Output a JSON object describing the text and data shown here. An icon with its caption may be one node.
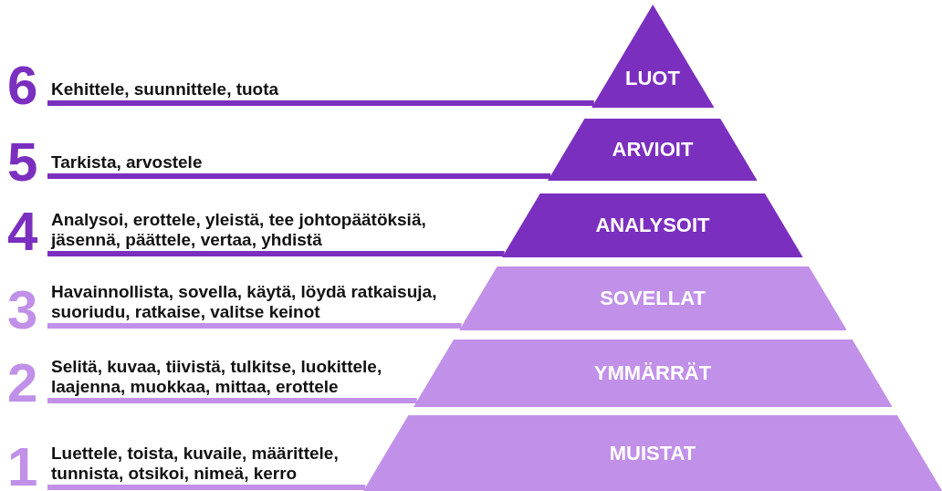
{
  "diagram": {
    "nodes": [
      {
        "text": [
          "Kehittele, suunnittele, tuota"
        ],
        "beside": [
          "6"
        ]
      },
      {
        "text": [
          "LUOT"
        ]
      },
      {
        "text": [
          "Tarkista, arvostele"
        ],
        "beside": [
          "5"
        ]
      },
      {
        "text": [
          "ARVIOIT"
        ]
      },
      {
        "text": [
          "Analysoi, erottele, yleistä, tee johtopäätöksiä, jäsennä, päättele, vertaa, yhdistä"
        ],
        "beside": [
          "4"
        ]
      },
      {
        "text": [
          "ANALYSOIT"
        ]
      },
      {
        "text": [
          "Havainnollista, sovella, käytä, löydä ratkaisuja, suoriudu, ratkaise, valitse keinot"
        ],
        "beside": [
          "3"
        ]
      },
      {
        "text": [
          "SOVELLAT"
        ]
      },
      {
        "text": [
          "Selitä, kuvaa, tiivistä, tulkitse, luokittele, laajenna, muokkaa, mittaa, erottele"
        ],
        "beside": [
          "2"
        ]
      },
      {
        "text": [
          "YMMÄRRÄT"
        ]
      },
      {
        "text": [
          "Luettele, toista, kuvaile, määrittele, tunnista, otsikoi, nimeä, kerro"
        ],
        "beside": [
          "1"
        ]
      },
      {
        "text": [
          "MUISTAT"
        ]
      }
    ],
    "edges": [
      {
        "from": 0,
        "to": 1,
        "arrow": "none",
        "color": "#7b2fbf"
      },
      {
        "from": 2,
        "to": 3,
        "arrow": "none",
        "color": "#7b2fbf"
      },
      {
        "from": 4,
        "to": 5,
        "arrow": "none",
        "color": "#7b2fbf"
      },
      {
        "from": 6,
        "to": 7,
        "arrow": "none",
        "color": "#c190e8"
      },
      {
        "from": 8,
        "to": 9,
        "arrow": "none",
        "color": "#c190e8"
      },
      {
        "from": 10,
        "to": 11,
        "arrow": "none",
        "color": "#c190e8"
      }
    ]
  }
}
